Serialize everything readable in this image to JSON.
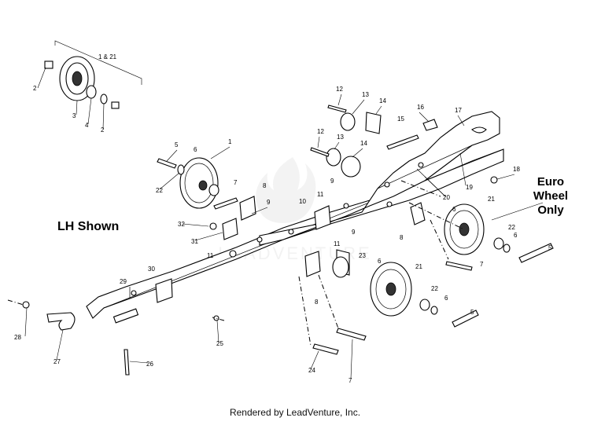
{
  "diagram": {
    "note_lh": "LH Shown",
    "note_euro_line1": "Euro",
    "note_euro_line2": "Wheel",
    "note_euro_line3": "Only",
    "watermark": "LEADVENTURE",
    "footer": "Rendered by LeadVenture, Inc.",
    "callouts": {
      "c1_21": "1 & 21",
      "c2a": "2",
      "c3": "3",
      "c4": "4",
      "c2b": "2",
      "c12a": "12",
      "c13a": "13",
      "c14a": "14",
      "c16": "16",
      "c17": "17",
      "c15": "15",
      "c12b": "12",
      "c13b": "13",
      "c14b": "14",
      "c5a": "5",
      "c1": "1",
      "c6a": "6",
      "c22a": "22",
      "c7a": "7",
      "c8a": "8",
      "c9a": "9",
      "c11a": "11",
      "c9b": "9",
      "c18": "18",
      "c19": "19",
      "c20": "20",
      "c10": "10",
      "c32": "32",
      "c31": "31",
      "c11b": "11",
      "c9c": "9",
      "c11c": "11",
      "c23": "23",
      "c6b": "6",
      "c21a": "21",
      "c6c": "6",
      "c8b": "8",
      "c22b": "22",
      "c6d": "6",
      "c5b": "5",
      "c7b": "7",
      "c30": "30",
      "c29": "29",
      "c8c": "8",
      "c21b": "21",
      "c22c": "22",
      "c6e": "6",
      "c5c": "5",
      "c28": "28",
      "c27": "27",
      "c26": "26",
      "c25": "25",
      "c24": "24",
      "c7c": "7"
    }
  }
}
